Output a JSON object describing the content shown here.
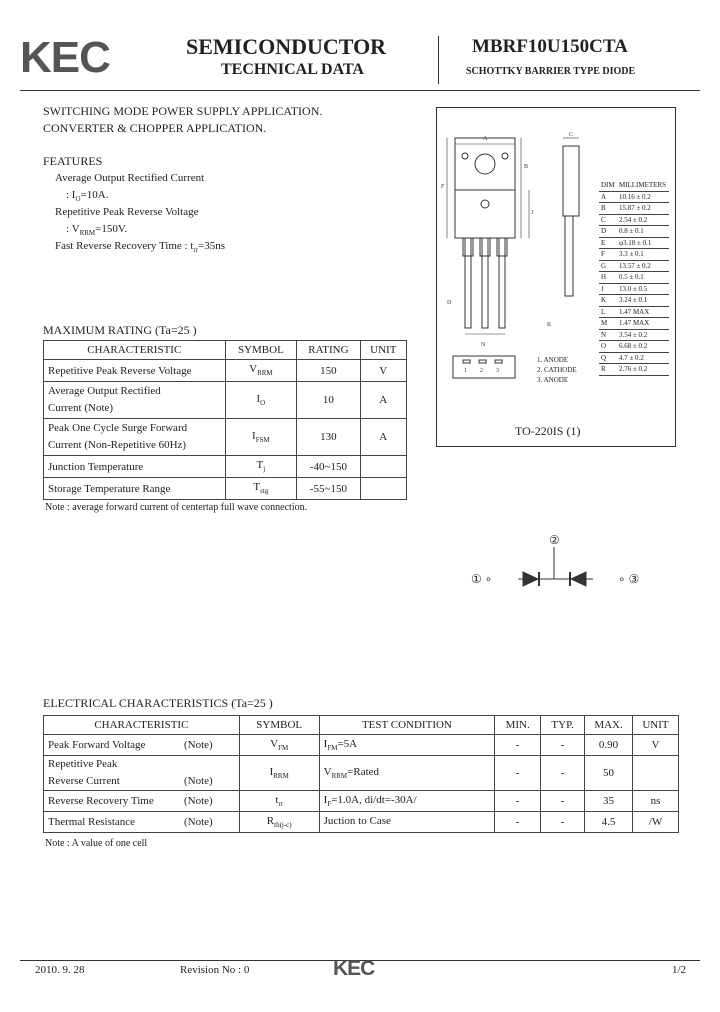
{
  "header": {
    "logo": "KEC",
    "title": "SEMICONDUCTOR",
    "subtitle": "TECHNICAL DATA",
    "part_number": "MBRF10U150CTA",
    "device_type": "SCHOTTKY BARRIER TYPE DIODE"
  },
  "applications": {
    "line1": "SWITCHING MODE POWER SUPPLY APPLICATION.",
    "line2": "CONVERTER & CHOPPER APPLICATION."
  },
  "features": {
    "heading": "FEATURES",
    "f1": "Average Output Rectified Current",
    "f1_sub": ": I",
    "f1_subscript": "O",
    "f1_value": "=10A.",
    "f2": "Repetitive Peak Reverse Voltage",
    "f2_sub": ": V",
    "f2_subscript": "RRM",
    "f2_value": "=150V.",
    "f3_prefix": "Fast Reverse Recovery Time : t",
    "f3_subscript": "rr",
    "f3_value": "=35ns"
  },
  "max_rating": {
    "heading": "MAXIMUM RATING (Ta=25   )",
    "headers": [
      "CHARACTERISTIC",
      "SYMBOL",
      "RATING",
      "UNIT"
    ],
    "rows": [
      {
        "char1": "Repetitive Peak Reverse Voltage",
        "char2": "",
        "sym": "V",
        "sub": "RRM",
        "rating": "150",
        "unit": "V"
      },
      {
        "char1": "Average Output Rectified",
        "char2": "Current   (Note)",
        "sym": "I",
        "sub": "O",
        "rating": "10",
        "unit": "A"
      },
      {
        "char1": "Peak One Cycle Surge Forward",
        "char2": "Current (Non-Repetitive 60Hz)",
        "sym": "I",
        "sub": "FSM",
        "rating": "130",
        "unit": "A"
      },
      {
        "char1": "Junction Temperature",
        "char2": "",
        "sym": "T",
        "sub": "j",
        "rating": "-40~150",
        "unit": ""
      },
      {
        "char1": "Storage Temperature Range",
        "char2": "",
        "sym": "T",
        "sub": "stg",
        "rating": "-55~150",
        "unit": ""
      }
    ],
    "note": "Note : average forward current of centertap full wave connection."
  },
  "package": {
    "name": "TO-220IS (1)",
    "dim_header": [
      "DIM",
      "MILLIMETERS"
    ],
    "dims": [
      [
        "A",
        "10.16 ± 0.2"
      ],
      [
        "B",
        "15.87 ± 0.2"
      ],
      [
        "C",
        "2.54 ± 0.2"
      ],
      [
        "D",
        "0.8 ± 0.1"
      ],
      [
        "E",
        "φ3.18 ± 0.1"
      ],
      [
        "F",
        "3.3 ± 0.1"
      ],
      [
        "G",
        "13.57 ± 0.2"
      ],
      [
        "H",
        "0.5 ± 0.1"
      ],
      [
        "J",
        "13.0 ± 0.5"
      ],
      [
        "K",
        "3.24 ± 0.1"
      ],
      [
        "L",
        "1.47 MAX"
      ],
      [
        "M",
        "1.47 MAX"
      ],
      [
        "N",
        "3.54 ± 0.2"
      ],
      [
        "O",
        "6.68 ± 0.2"
      ],
      [
        "Q",
        "4.7 ± 0.2"
      ],
      [
        "R",
        "2.76 ± 0.2"
      ]
    ],
    "pins": [
      "1. ANODE",
      "2. CATHODE",
      "3. ANODE"
    ],
    "pin_numbers": [
      "1",
      "2",
      "3"
    ]
  },
  "circuit": {
    "pin2": "②",
    "pin1": "① ∘",
    "pin3": "∘ ③"
  },
  "elec": {
    "heading": "ELECTRICAL CHARACTERISTICS (Ta=25   )",
    "headers": [
      "CHARACTERISTIC",
      "SYMBOL",
      "TEST CONDITION",
      "MIN.",
      "TYP.",
      "MAX.",
      "UNIT"
    ],
    "rows": [
      {
        "char1": "Peak Forward Voltage",
        "char2": "",
        "note": "(Note)",
        "sym": "V",
        "sub": "FM",
        "cond": "I",
        "cond_sub": "FM",
        "cond_rest": "=5A",
        "min": "-",
        "typ": "-",
        "max": "0.90",
        "unit": "V"
      },
      {
        "char1": "Repetitive Peak",
        "char2": "Reverse Current",
        "note": "(Note)",
        "sym": "I",
        "sub": "RRM",
        "cond": "V",
        "cond_sub": "RRM",
        "cond_rest": "=Rated",
        "min": "-",
        "typ": "-",
        "max": "50",
        "unit": ""
      },
      {
        "char1": "Reverse Recovery Time",
        "char2": "",
        "note": "(Note)",
        "sym": "t",
        "sub": "rr",
        "cond": "I",
        "cond_sub": "F",
        "cond_rest": "=1.0A, di/dt=-30A/",
        "min": "-",
        "typ": "-",
        "max": "35",
        "unit": "ns"
      },
      {
        "char1": "Thermal Resistance",
        "char2": "",
        "note": "(Note)",
        "sym": "R",
        "sub": "th(j-c)",
        "cond": "Juction to Case",
        "cond_sub": "",
        "cond_rest": "",
        "min": "-",
        "typ": "-",
        "max": "4.5",
        "unit": "/W"
      }
    ],
    "note": "Note : A value of one cell"
  },
  "footer": {
    "date": "2010. 9. 28",
    "revision": "Revision No : 0",
    "logo": "KEC",
    "page": "1/2"
  }
}
